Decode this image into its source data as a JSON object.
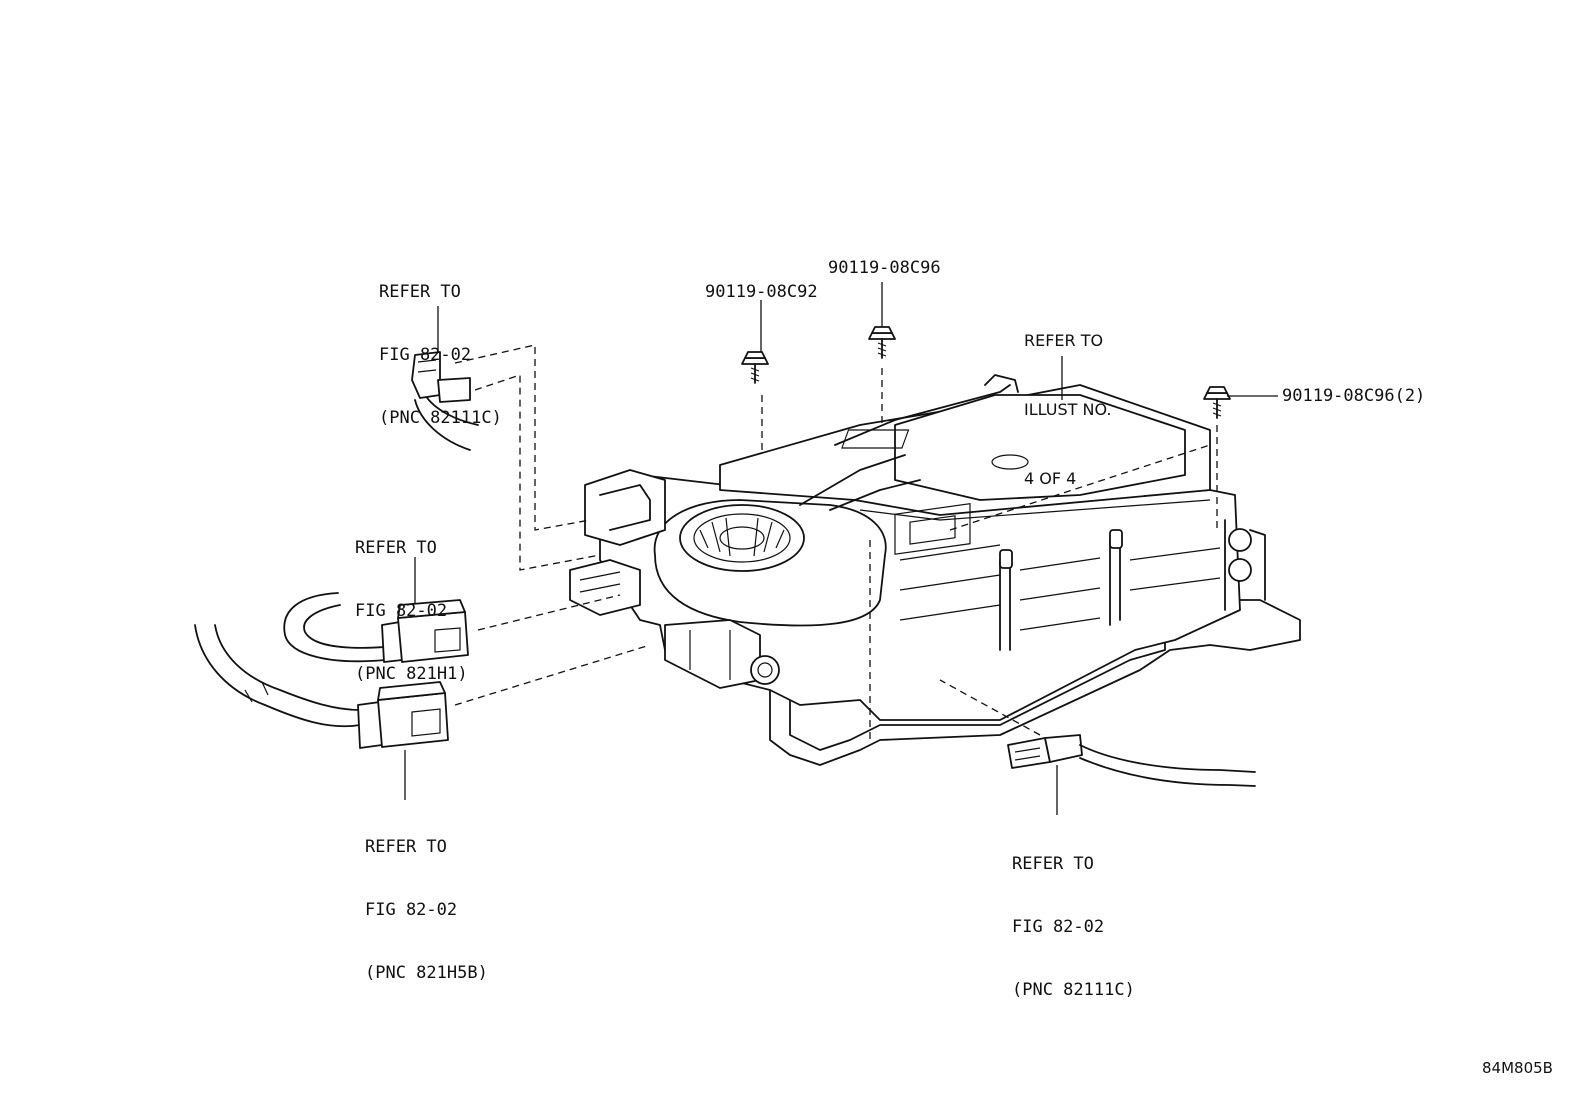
{
  "callouts": [
    {
      "id": "top-left-connector-ref",
      "lines": [
        "REFER TO",
        "FIG 82-02",
        "(PNC 82111C)"
      ]
    },
    {
      "id": "mid-left-connector-ref",
      "lines": [
        "REFER TO",
        "FIG 82-02",
        "(PNC 821H1)"
      ]
    },
    {
      "id": "bottom-left-connector-ref",
      "lines": [
        "REFER TO",
        "FIG 82-02",
        "(PNC 821H5B)"
      ]
    },
    {
      "id": "bottom-right-connector-ref",
      "lines": [
        "REFER TO",
        "FIG 82-02",
        "(PNC 82111C)"
      ]
    },
    {
      "id": "illust-ref",
      "lines": [
        "REFER TO",
        "ILLUST NO.",
        "4 OF 4"
      ]
    }
  ],
  "parts": [
    {
      "id": "bolt-08c92",
      "part_number": "90119-08C92"
    },
    {
      "id": "bolt-08c96",
      "part_number": "90119-08C96"
    },
    {
      "id": "bolt-08c96-x2",
      "part_number": "90119-08C96(2)"
    }
  ],
  "illustration_code": "84M805B"
}
